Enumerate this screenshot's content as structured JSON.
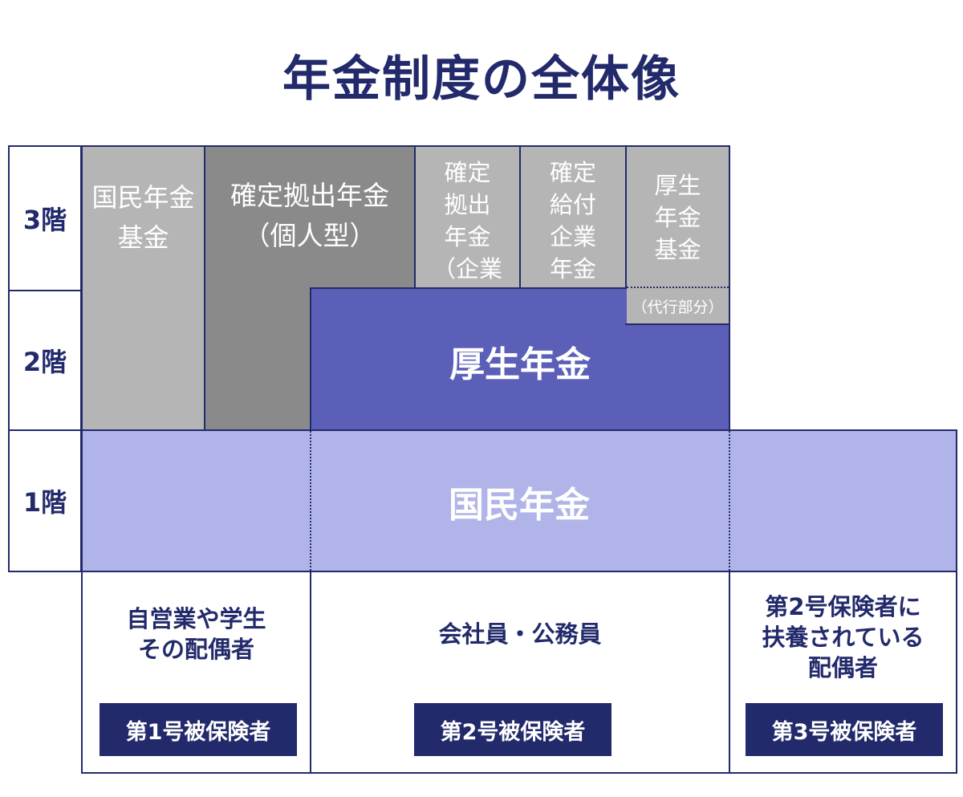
{
  "title": "年金制度の全体像",
  "floors": {
    "third": "3階",
    "second": "2階",
    "first": "1階"
  },
  "third_floor": {
    "national_pension_fund": "国民年金\n基金",
    "idc_individual": "確定拠出年金\n（個人型）",
    "dc_corporate": "確定\n拠出\n年金\n（企業型）",
    "db_corporate": "確定\n給付\n企業\n年金",
    "employee_pension_fund": "厚生\n年金\n基金",
    "substitute_part": "（代行部分）"
  },
  "second_floor": {
    "employee_pension": "厚生年金"
  },
  "first_floor": {
    "national_pension": "国民年金"
  },
  "insured": [
    {
      "description": "自営業や学生\nその配偶者",
      "category": "第1号被保険者"
    },
    {
      "description": "会社員・公務員",
      "category": "第2号被保険者"
    },
    {
      "description": "第2号保険者に\n扶養されている\n配偶者",
      "category": "第3号被保険者"
    }
  ],
  "colors": {
    "navy": "#222a6b",
    "light_gray": "#b5b5b5",
    "dark_gray": "#8a8a8a",
    "employee_pension_blue": "#5b5fb8",
    "national_pension_lavender": "#b0b4e8"
  }
}
